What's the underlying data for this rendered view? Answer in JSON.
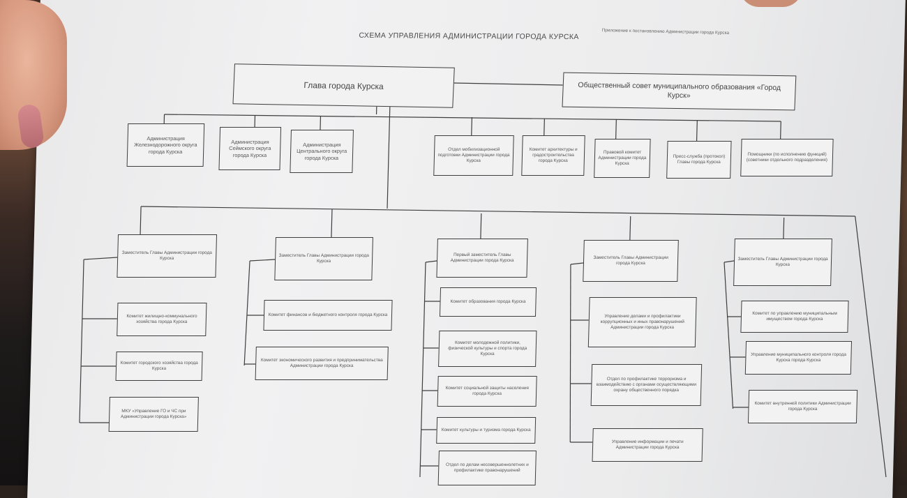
{
  "doc": {
    "title": "СХЕМА УПРАВЛЕНИЯ АДМИНИСТРАЦИИ ГОРОДА КУРСКА",
    "note": "Приложение к постановлению Администрации города Курска"
  },
  "top": {
    "head": "Глава города Курска",
    "council": "Общественный совет муниципального образования «Город Курск»"
  },
  "districts": [
    "Администрация Железнодорожного округа города Курска",
    "Администрация Сеймского округа города Курска",
    "Администрация Центрального округа города Курска"
  ],
  "direct": [
    "Отдел мобилизационной подготовки Администрации города Курска",
    "Комитет архитектуры и градостроительства города Курска",
    "Правовой комитет Администрации города Курска",
    "Пресс-служба (протокол) Главы города Курска",
    "Помощники (по исполнению функций) (советники отдельного подразделения)"
  ],
  "deputies": [
    {
      "title": "Заместитель Главы Администрации города Курска",
      "units": [
        "Комитет жилищно-коммунального хозяйства города Курска",
        "Комитет городского хозяйства города Курска",
        "МКУ «Управление ГО и ЧС при Администрации города Курска»"
      ]
    },
    {
      "title": "Заместитель Главы Администрации города Курска",
      "units": [
        "Комитет финансов и бюджетного контроля города Курска",
        "Комитет экономического развития и предпринимательства Администрации города Курска"
      ]
    },
    {
      "title": "Первый заместитель Главы Администрации города Курска",
      "units": [
        "Комитет образования города Курска",
        "Комитет молодежной политики, физической культуры и спорта города Курска",
        "Комитет социальной защиты населения города Курска",
        "Комитет культуры и туризма города Курска",
        "Отдел по делам несовершеннолетних и профилактике правонарушений"
      ]
    },
    {
      "title": "Заместитель Главы Администрации города Курска",
      "units": [
        "Управление делами и профилактики коррупционных и иных правонарушений Администрации города Курска",
        "Отдел по профилактике терроризма и взаимодействию с органами осуществляющими охрану общественного порядка",
        "Управление информации и печати Администрации города Курска"
      ]
    },
    {
      "title": "Заместитель Главы Администрации города Курска",
      "units": [
        "Комитет по управлению муниципальным имуществом города Курска",
        "Управление муниципального контроля города Курска города Курска",
        "Комитет внутренней политики Администрации города Курска"
      ]
    }
  ],
  "colors": {
    "paper": "#eeeeef",
    "line": "#3d3d3d",
    "text": "#555555"
  }
}
